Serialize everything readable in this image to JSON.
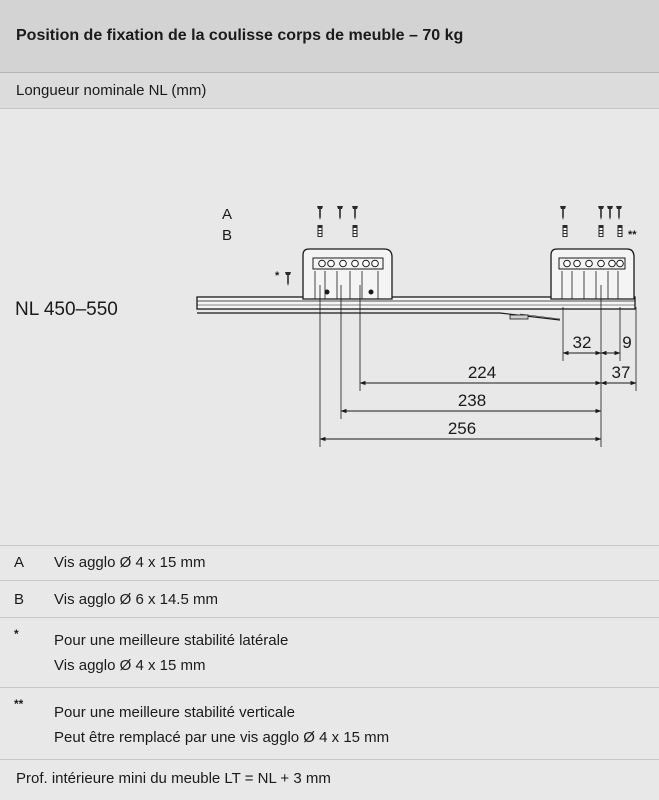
{
  "header": {
    "title": "Position de fixation de la coulisse corps de meuble – 70 kg"
  },
  "subheader": {
    "label": "Longueur nominale NL (mm)"
  },
  "diagram": {
    "row_label": "NL 450–550",
    "screw_labels": {
      "a": "A",
      "b": "B",
      "star": "*",
      "double_star": "**"
    },
    "dimensions": {
      "d32": "32",
      "d9": "9",
      "d224": "224",
      "d37": "37",
      "d238": "238",
      "d256": "256"
    }
  },
  "legend": [
    {
      "key": "A",
      "lines": [
        "Vis agglo Ø 4 x 15 mm"
      ]
    },
    {
      "key": "B",
      "lines": [
        "Vis agglo Ø 6 x 14.5 mm"
      ]
    },
    {
      "key": "*",
      "lines": [
        "Pour une meilleure stabilité latérale",
        "Vis agglo Ø 4 x 15 mm"
      ]
    },
    {
      "key": "**",
      "lines": [
        "Pour une meilleure stabilité verticale",
        "Peut être remplacé par une vis agglo Ø 4 x 15 mm"
      ]
    }
  ],
  "footer": {
    "text": "Prof. intérieure mini du meuble LT = NL + 3 mm"
  },
  "colors": {
    "header_bg": "#d3d3d3",
    "body_bg": "#e8e8e8",
    "line": "#1a1a1a"
  }
}
